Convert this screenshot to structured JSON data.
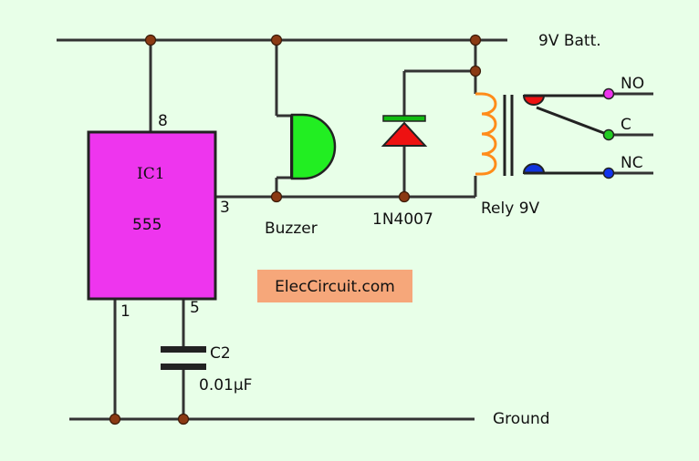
{
  "labels": {
    "supply": "9V Batt.",
    "ground": "Ground",
    "ic_ref": "IC1",
    "ic_type": "555",
    "pin8": "8",
    "pin3": "3",
    "pin1": "1",
    "pin5": "5",
    "buzzer": "Buzzer",
    "diode": "1N4007",
    "relay": "Rely 9V",
    "no": "NO",
    "c": "C",
    "nc": "NC",
    "cap_ref": "C2",
    "cap_value": "0.01µF",
    "brand": "ElecCircuit.com"
  },
  "colors": {
    "background": "#e8ffe8",
    "ic_body": "#ee35ee",
    "buzzer": "#22ee22",
    "diode_body": "#ee1111",
    "diode_band": "#11bb11",
    "coil": "#ff8c1a",
    "no_terminal": "#ee33ee",
    "c_terminal": "#22cc22",
    "nc_terminal": "#1133ee",
    "relay_top_contact": "#ee1111",
    "relay_bottom_contact": "#1133dd",
    "brand_bg": "#f6a77a",
    "node": "#8b3a14"
  }
}
